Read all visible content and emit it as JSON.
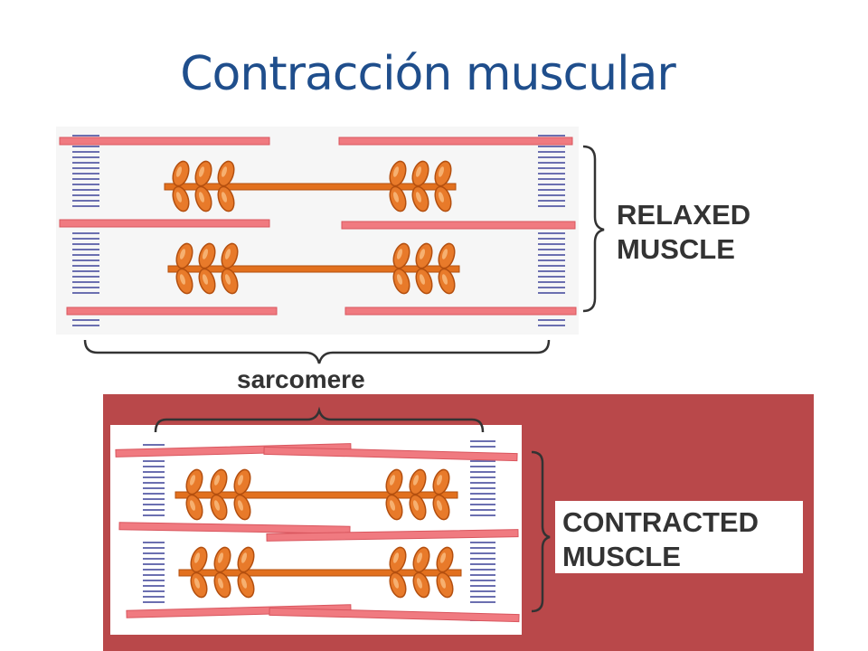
{
  "slide": {
    "title": "Contracción muscular"
  },
  "relaxed": {
    "label_line1": "RELAXED",
    "label_line2": "MUSCLE",
    "sarcomere_label": "sarcomere"
  },
  "contracted": {
    "label_line1": "CONTRACTED",
    "label_line2": "MUSCLE"
  },
  "colors": {
    "title": "#1f4e8c",
    "actin": "#f07a80",
    "myosin": "#e2701e",
    "myosin_head": "#e87a2a",
    "z_disc": "#6b6fb0",
    "contracted_background": "#b9484a",
    "label_text": "#333333"
  }
}
